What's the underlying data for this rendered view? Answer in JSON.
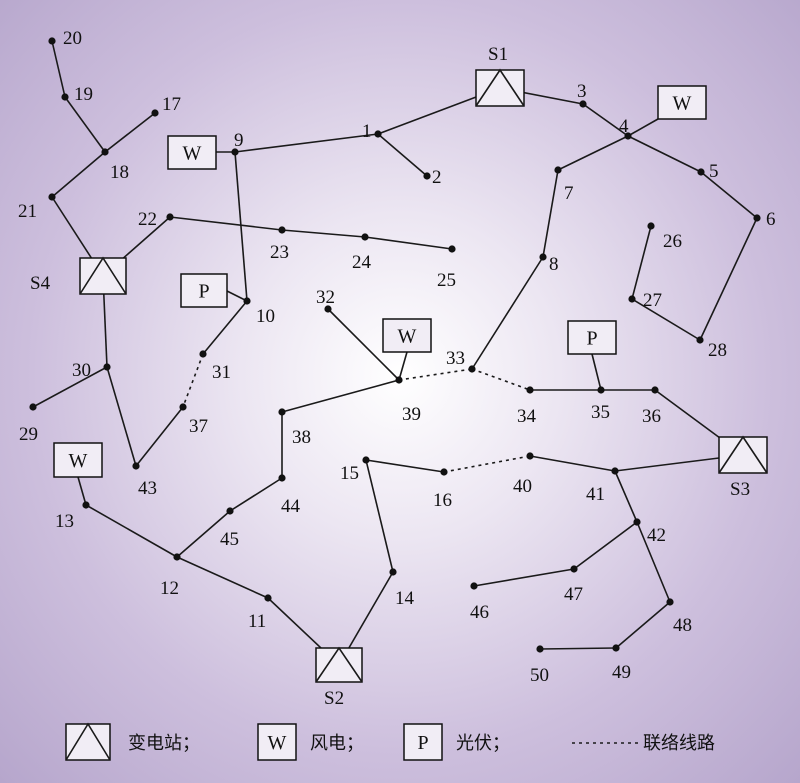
{
  "nodes": [
    {
      "id": "1",
      "label": "1"
    },
    {
      "id": "2",
      "label": "2"
    },
    {
      "id": "3",
      "label": "3"
    },
    {
      "id": "4",
      "label": "4"
    },
    {
      "id": "5",
      "label": "5"
    },
    {
      "id": "6",
      "label": "6"
    },
    {
      "id": "7",
      "label": "7"
    },
    {
      "id": "8",
      "label": "8"
    },
    {
      "id": "9",
      "label": "9"
    },
    {
      "id": "10",
      "label": "10"
    },
    {
      "id": "11",
      "label": "11"
    },
    {
      "id": "12",
      "label": "12"
    },
    {
      "id": "13",
      "label": "13"
    },
    {
      "id": "14",
      "label": "14"
    },
    {
      "id": "15",
      "label": "15"
    },
    {
      "id": "16",
      "label": "16"
    },
    {
      "id": "17",
      "label": "17"
    },
    {
      "id": "18",
      "label": "18"
    },
    {
      "id": "19",
      "label": "19"
    },
    {
      "id": "20",
      "label": "20"
    },
    {
      "id": "21",
      "label": "21"
    },
    {
      "id": "22",
      "label": "22"
    },
    {
      "id": "23",
      "label": "23"
    },
    {
      "id": "24",
      "label": "24"
    },
    {
      "id": "25",
      "label": "25"
    },
    {
      "id": "26",
      "label": "26"
    },
    {
      "id": "27",
      "label": "27"
    },
    {
      "id": "28",
      "label": "28"
    },
    {
      "id": "29",
      "label": "29"
    },
    {
      "id": "30",
      "label": "30"
    },
    {
      "id": "31",
      "label": "31"
    },
    {
      "id": "32",
      "label": "32"
    },
    {
      "id": "33",
      "label": "33"
    },
    {
      "id": "34",
      "label": "34"
    },
    {
      "id": "35",
      "label": "35"
    },
    {
      "id": "36",
      "label": "36"
    },
    {
      "id": "37",
      "label": "37"
    },
    {
      "id": "38",
      "label": "38"
    },
    {
      "id": "39",
      "label": "39"
    },
    {
      "id": "40",
      "label": "40"
    },
    {
      "id": "41",
      "label": "41"
    },
    {
      "id": "42",
      "label": "42"
    },
    {
      "id": "43",
      "label": "43"
    },
    {
      "id": "44",
      "label": "44"
    },
    {
      "id": "45",
      "label": "45"
    },
    {
      "id": "46",
      "label": "46"
    },
    {
      "id": "47",
      "label": "47"
    },
    {
      "id": "48",
      "label": "48"
    },
    {
      "id": "49",
      "label": "49"
    },
    {
      "id": "50",
      "label": "50"
    }
  ],
  "substations": [
    {
      "id": "S1",
      "label": "S1"
    },
    {
      "id": "S2",
      "label": "S2"
    },
    {
      "id": "S3",
      "label": "S3"
    },
    {
      "id": "S4",
      "label": "S4"
    }
  ],
  "sources": [
    {
      "type": "wind",
      "label": "W",
      "attached_to": "4"
    },
    {
      "type": "wind",
      "label": "W",
      "attached_to": "9"
    },
    {
      "type": "wind",
      "label": "W",
      "attached_to": "39"
    },
    {
      "type": "wind",
      "label": "W",
      "attached_to": "13"
    },
    {
      "type": "pv",
      "label": "P",
      "attached_to": "10"
    },
    {
      "type": "pv",
      "label": "P",
      "attached_to": "35"
    }
  ],
  "edges": [
    [
      "S1",
      "1"
    ],
    [
      "1",
      "9"
    ],
    [
      "1",
      "2"
    ],
    [
      "S1",
      "3"
    ],
    [
      "3",
      "4"
    ],
    [
      "4",
      "5"
    ],
    [
      "5",
      "6"
    ],
    [
      "6",
      "28"
    ],
    [
      "28",
      "27"
    ],
    [
      "27",
      "26"
    ],
    [
      "4",
      "7"
    ],
    [
      "7",
      "8"
    ],
    [
      "8",
      "33"
    ],
    [
      "9",
      "10"
    ],
    [
      "10",
      "31"
    ],
    [
      "37",
      "43"
    ],
    [
      "43",
      "30"
    ],
    [
      "30",
      "29"
    ],
    [
      "30",
      "S4"
    ],
    [
      "S4",
      "21"
    ],
    [
      "21",
      "18"
    ],
    [
      "18",
      "17"
    ],
    [
      "18",
      "19"
    ],
    [
      "19",
      "20"
    ],
    [
      "S4",
      "22"
    ],
    [
      "22",
      "23"
    ],
    [
      "23",
      "24"
    ],
    [
      "24",
      "25"
    ],
    [
      "32",
      "39"
    ],
    [
      "39",
      "38"
    ],
    [
      "38",
      "44"
    ],
    [
      "44",
      "45"
    ],
    [
      "45",
      "12"
    ],
    [
      "12",
      "13"
    ],
    [
      "12",
      "11"
    ],
    [
      "11",
      "S2"
    ],
    [
      "S2",
      "14"
    ],
    [
      "14",
      "15"
    ],
    [
      "15",
      "16"
    ],
    [
      "34",
      "35"
    ],
    [
      "35",
      "36"
    ],
    [
      "36",
      "S3"
    ],
    [
      "S3",
      "41"
    ],
    [
      "41",
      "40"
    ],
    [
      "41",
      "42"
    ],
    [
      "42",
      "47"
    ],
    [
      "47",
      "46"
    ],
    [
      "42",
      "48"
    ],
    [
      "48",
      "49"
    ],
    [
      "49",
      "50"
    ]
  ],
  "tie_lines": [
    [
      "31",
      "37"
    ],
    [
      "39",
      "33"
    ],
    [
      "33",
      "34"
    ],
    [
      "16",
      "40"
    ]
  ],
  "legend": {
    "substation": "变电站；",
    "wind_box": "W",
    "wind": "风电；",
    "pv_box": "P",
    "pv": "光伏；",
    "tie": "联络线路"
  }
}
